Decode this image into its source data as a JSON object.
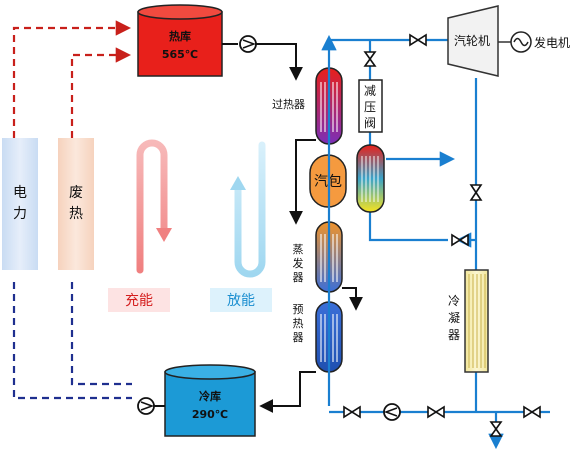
{
  "hot_tank": {
    "name": "热库",
    "temp": "565℃",
    "color": "#e8201b"
  },
  "cold_tank": {
    "name": "冷库",
    "temp": "290℃",
    "color": "#1c9ad6"
  },
  "superheater": {
    "label": "过热器"
  },
  "drum": {
    "label": "汽包"
  },
  "evaporator": {
    "label": [
      "蒸",
      "发",
      "器"
    ]
  },
  "preheater": {
    "label": [
      "预",
      "热",
      "器"
    ]
  },
  "pressure_reducing_valve": {
    "label": [
      "减",
      "压",
      "阀"
    ]
  },
  "turbine": {
    "label": "汽轮机"
  },
  "generator": {
    "label": "发电机"
  },
  "condenser": {
    "label": [
      "冷",
      "凝",
      "器"
    ]
  },
  "power_bar": {
    "label": [
      "电",
      "力"
    ]
  },
  "waste_heat_bar": {
    "label": [
      "废",
      "热"
    ]
  },
  "charge_legend": {
    "label": "充能",
    "color": "#e8201b"
  },
  "discharge_legend": {
    "label": "放能",
    "color": "#1c9ad6"
  },
  "colors": {
    "water_line": "#1a7fd0",
    "salt_line": "#111111",
    "power_dash": "#1f2f8f",
    "heat_dash": "#c8201b"
  }
}
